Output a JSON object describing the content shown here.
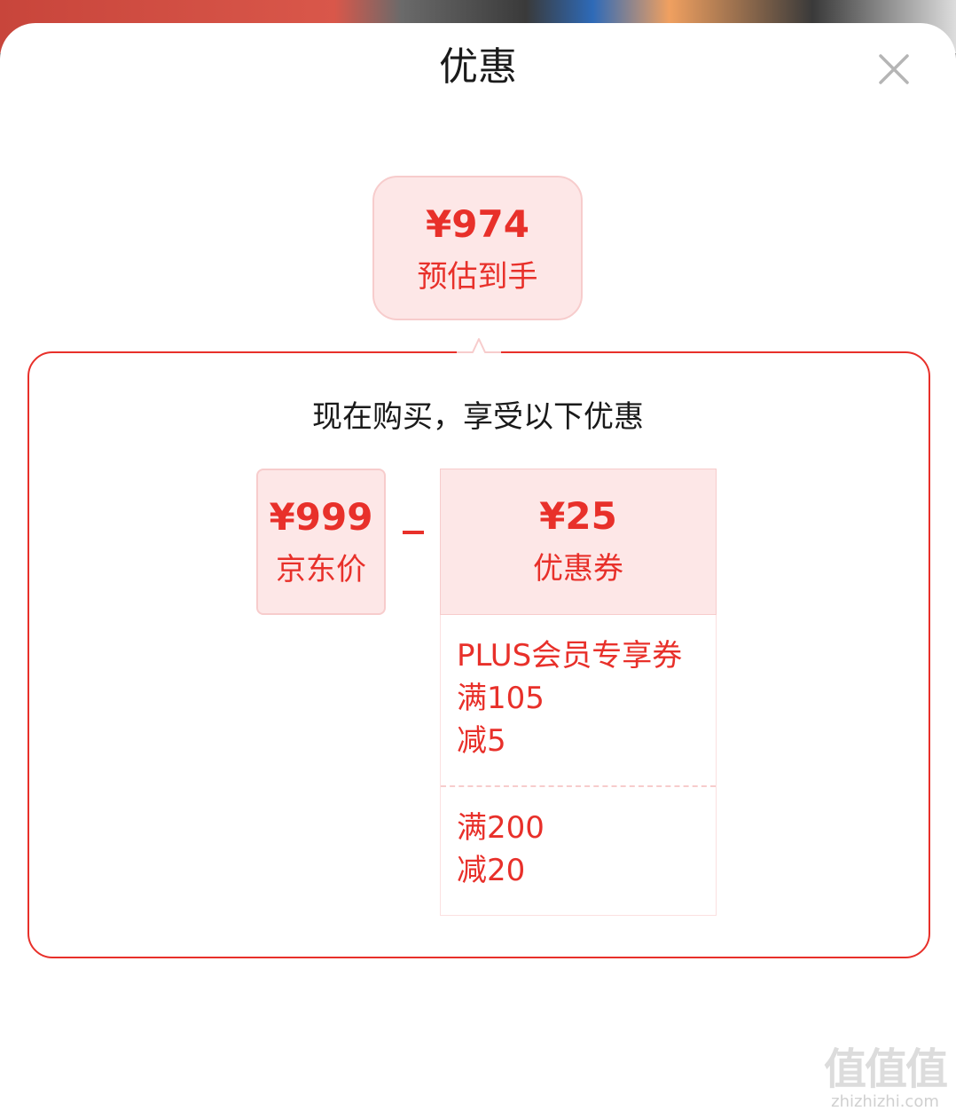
{
  "sheet": {
    "title": "优惠",
    "close_icon": "close-icon"
  },
  "estimate": {
    "price": "¥974",
    "label": "预估到手"
  },
  "details": {
    "heading": "现在购买，享受以下优惠",
    "jd_price": {
      "price": "¥999",
      "label": "京东价"
    },
    "operator": "minus",
    "coupon": {
      "price": "¥25",
      "label": "优惠券"
    },
    "coupon_items": [
      {
        "line1": "PLUS会员专享券",
        "line2": "满105",
        "line3": "减5"
      },
      {
        "line1": "满200",
        "line2": "减20"
      }
    ]
  },
  "watermark": {
    "glyph": "值值值",
    "site": "zhizhizhi.com"
  },
  "colors": {
    "accent": "#e8302a",
    "box_bg": "#fde7e7",
    "box_border": "#f7cccc"
  }
}
